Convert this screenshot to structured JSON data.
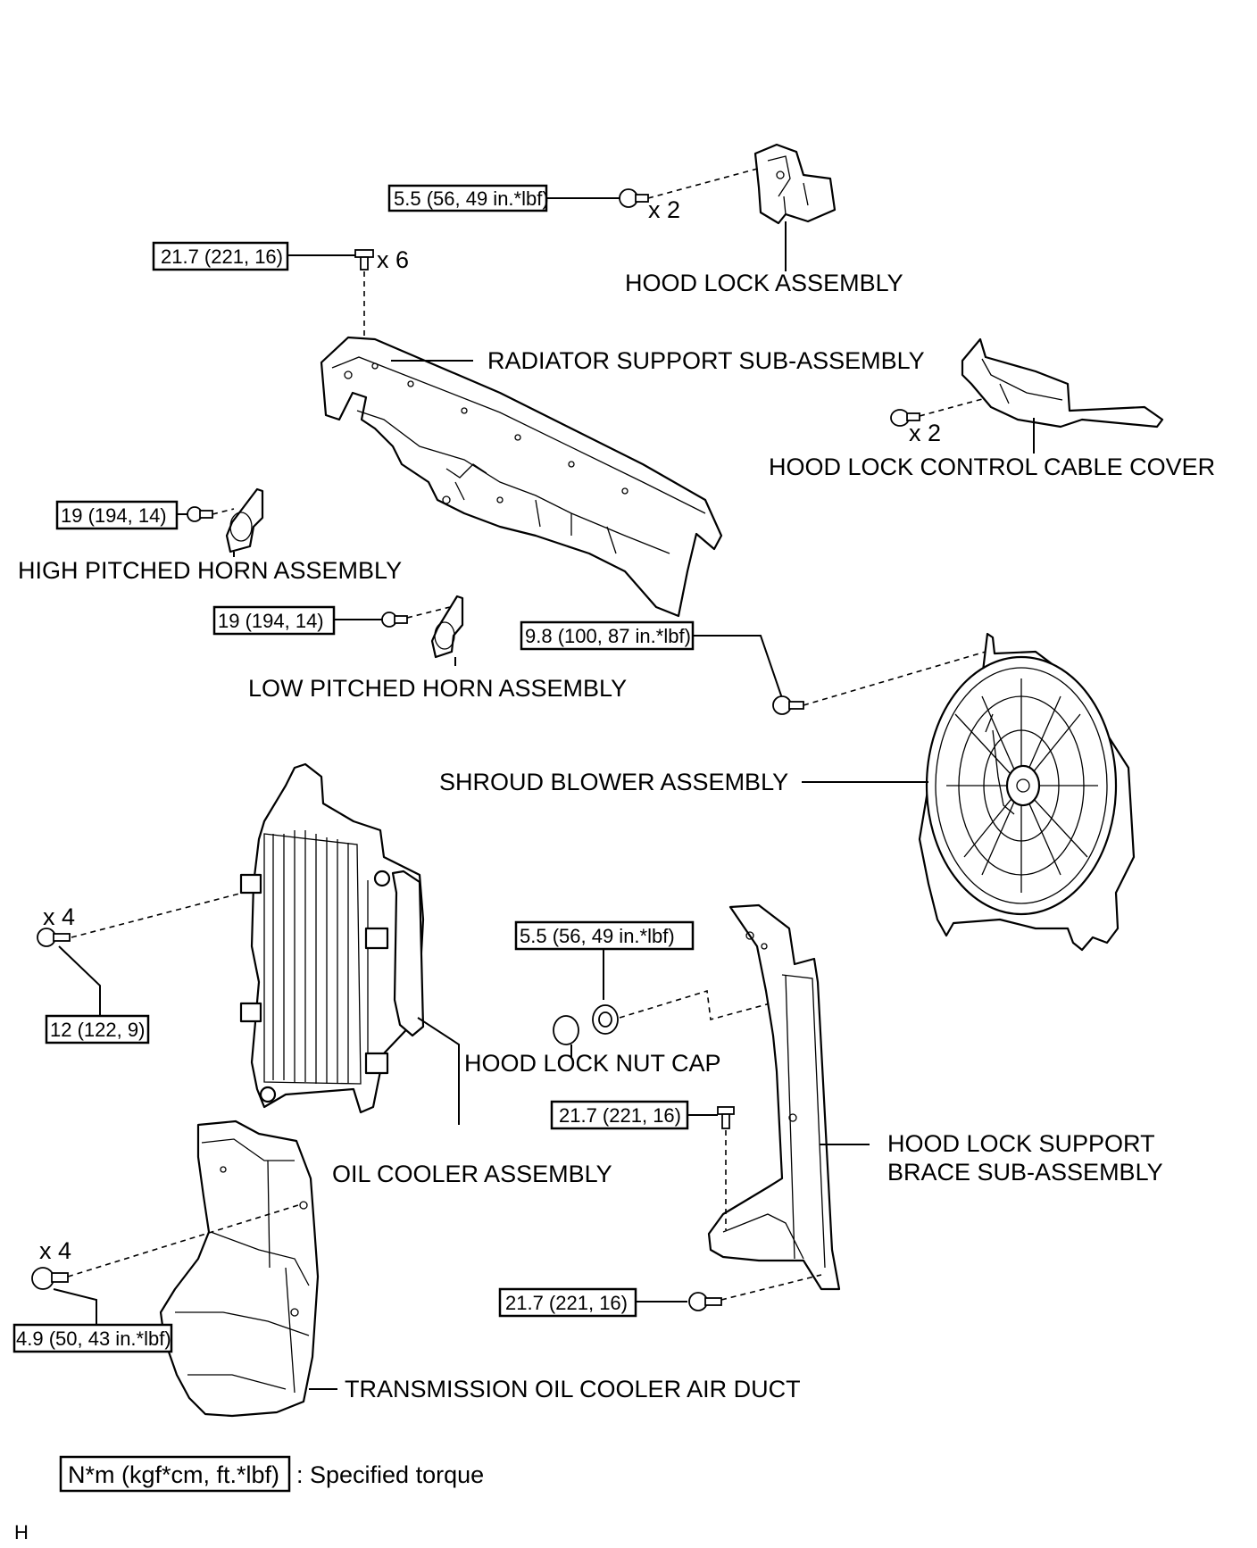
{
  "parts": {
    "hood_lock": "HOOD LOCK ASSEMBLY",
    "radiator_support": "RADIATOR SUPPORT SUB-ASSEMBLY",
    "hood_lock_cable_cover": "HOOD LOCK CONTROL CABLE COVER",
    "high_horn": "HIGH PITCHED HORN ASSEMBLY",
    "low_horn": "LOW PITCHED HORN ASSEMBLY",
    "shroud_blower": "SHROUD BLOWER ASSEMBLY",
    "hood_lock_nut_cap": "HOOD LOCK NUT CAP",
    "oil_cooler": "OIL COOLER ASSEMBLY",
    "brace_line1": "HOOD LOCK SUPPORT",
    "brace_line2": "BRACE SUB-ASSEMBLY",
    "air_duct": "TRANSMISSION OIL COOLER AIR DUCT"
  },
  "torques": {
    "hood_lock_bolt": "5.5 (56, 49 in.*lbf)",
    "radiator_support_bolt": "21.7 (221, 16)",
    "high_horn_bolt": "19 (194, 14)",
    "low_horn_bolt": "19 (194, 14)",
    "shroud_bolt": "9.8 (100, 87 in.*lbf)",
    "nut": "5.5 (56, 49 in.*lbf)",
    "oil_cooler_bolt": "12 (122, 9)",
    "brace_upper_bolt": "21.7 (221, 16)",
    "brace_lower_bolt": "21.7 (221, 16)",
    "air_duct_bolt": "4.9 (50, 43 in.*lbf)"
  },
  "quantities": {
    "hood_lock": "x 2",
    "radiator_support": "x 6",
    "cable_cover": "x 2",
    "oil_cooler": "x 4",
    "air_duct": "x 4"
  },
  "legend": {
    "unit": "N*m (kgf*cm, ft.*lbf)",
    "text": ": Specified torque"
  },
  "corner_letter": "H"
}
